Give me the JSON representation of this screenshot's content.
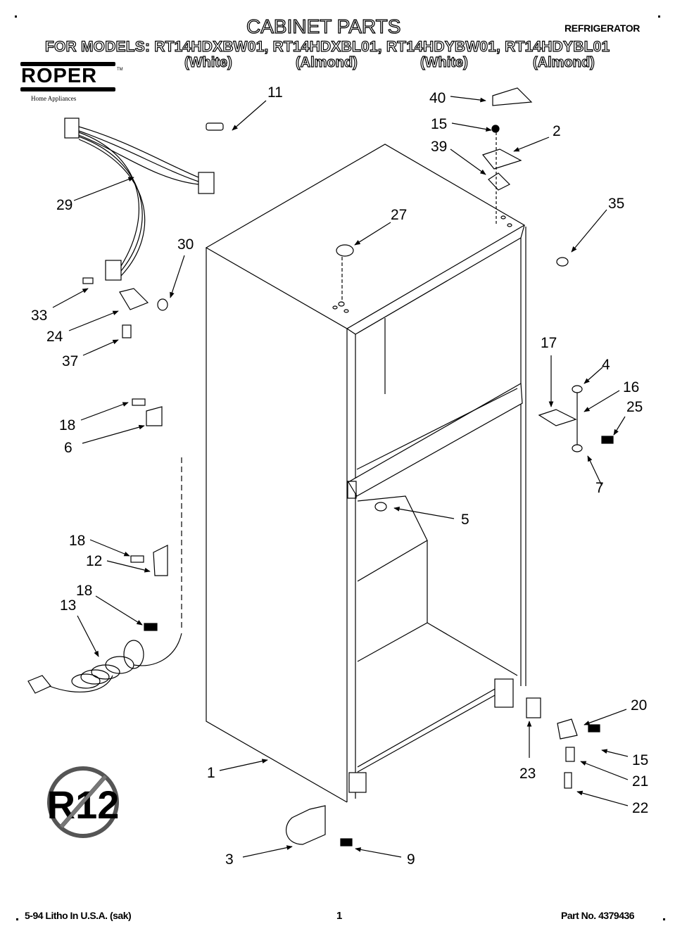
{
  "header": {
    "title": "CABINET PARTS",
    "category": "REFRIGERATOR",
    "models_line": "FOR MODELS: RT14HDXBW01, RT14HDXBL01, RT14HDYBW01, RT14HDYBL01",
    "model_colors": [
      "(White)",
      "(Almond)",
      "(White)",
      "(Almond)"
    ]
  },
  "brand": {
    "name": "ROPER",
    "trademark": "TM",
    "tagline": "Home Appliances"
  },
  "diagram": {
    "subject": "refrigerator cabinet exploded view",
    "callouts": [
      "1",
      "2",
      "3",
      "4",
      "5",
      "6",
      "7",
      "9",
      "11",
      "12",
      "13",
      "15",
      "15",
      "16",
      "17",
      "18",
      "18",
      "18",
      "20",
      "21",
      "22",
      "23",
      "24",
      "25",
      "27",
      "29",
      "30",
      "33",
      "35",
      "37",
      "39",
      "40"
    ],
    "symbol": {
      "name": "no-R12",
      "text": "R12"
    }
  },
  "footer": {
    "left": "5-94 Litho In U.S.A. (sak)",
    "page": "1",
    "right": "Part No. 4379436"
  }
}
